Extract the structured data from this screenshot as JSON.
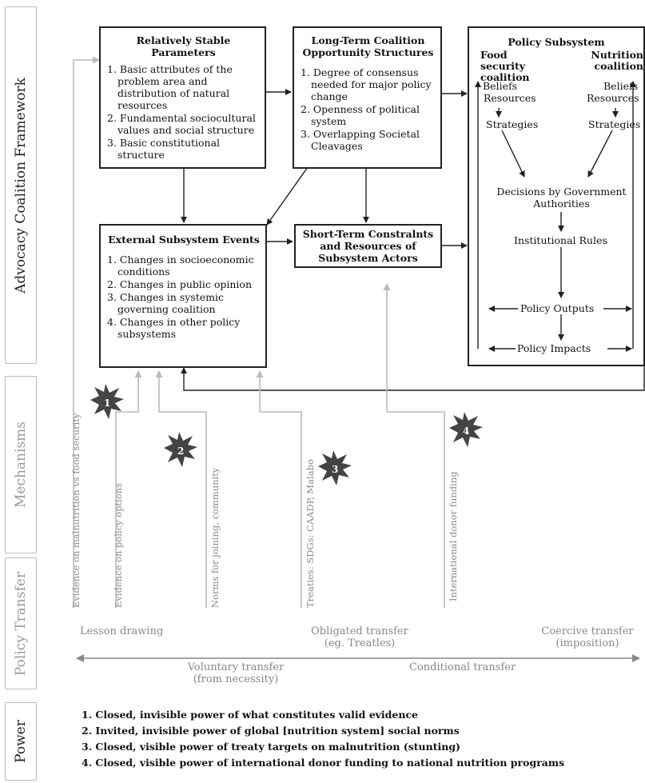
{
  "side_labels": {
    "framework": "Advocacy Coalition Framework",
    "mechanisms": "Mechanisms",
    "policy_transfer": "Policy Transfer",
    "power": "Power"
  },
  "stable_params": {
    "title": "Relatively Stable Parameters",
    "items": [
      "1. Basic attributes of the problem area and distribution of natural resources",
      "2. Fundamental sociocultural values and social structure",
      "3. Basic constitutional structure"
    ]
  },
  "long_term": {
    "title": "Long-Term Coalition Opportunity Structures",
    "items": [
      "1. Degree of consensus needed for major policy change",
      "2. Openness of political system",
      "3. Overlapping Societal Cleavages"
    ]
  },
  "external_events": {
    "title": "External Subsystem Events",
    "items": [
      "1. Changes in socioeconomic conditions",
      "2. Changes in public opinion",
      "3. Changes in systemic governing coalition",
      "4. Changes in other policy subsystems"
    ]
  },
  "short_term": {
    "title": "Short-Term Constralnts and Resources of Subsystem Actors"
  },
  "policy_subsystem": {
    "title": "Policy Subsystem",
    "food_coalition": "Food security coalition",
    "nutrition_coalition": "Nutrition coalition",
    "beliefs": "Beliefs",
    "resources": "Resources",
    "strategies": "Strategies",
    "decisions": "Decisions by Government Authorities",
    "institutional_rules": "Institutional Rules",
    "policy_outputs": "Policy Outputs",
    "policy_impacts": "Policy Impacts"
  },
  "mechanisms": {
    "labels": [
      "Evidence on malnutrition vs food security",
      "Evidence on policy options",
      "Norms for joining, community",
      "Treaties: SDGs: CAADP, Malabo",
      "International donor funding"
    ],
    "stars": [
      "1",
      "2",
      "3",
      "4"
    ]
  },
  "transfer": {
    "lesson_drawing": "Lesson drawing",
    "obligated": "Obligated transfer",
    "obligated_sub": "(eg. Treatles)",
    "coercive": "Coercive transfer",
    "coercive_sub": "(imposition)",
    "voluntary": "Voluntary transfer",
    "voluntary_sub": "(from necessity)",
    "conditional": "Conditional transfer"
  },
  "power": {
    "items": [
      "1. Closed, invisible power of what constitutes valid evidence",
      "2. Invited, invisible power of global [nutrition system] social norms",
      "3. Closed, visible power of treaty targets on malnutrition (stunting)",
      "4. Closed, visible power of international donor funding to national nutrition programs"
    ]
  }
}
